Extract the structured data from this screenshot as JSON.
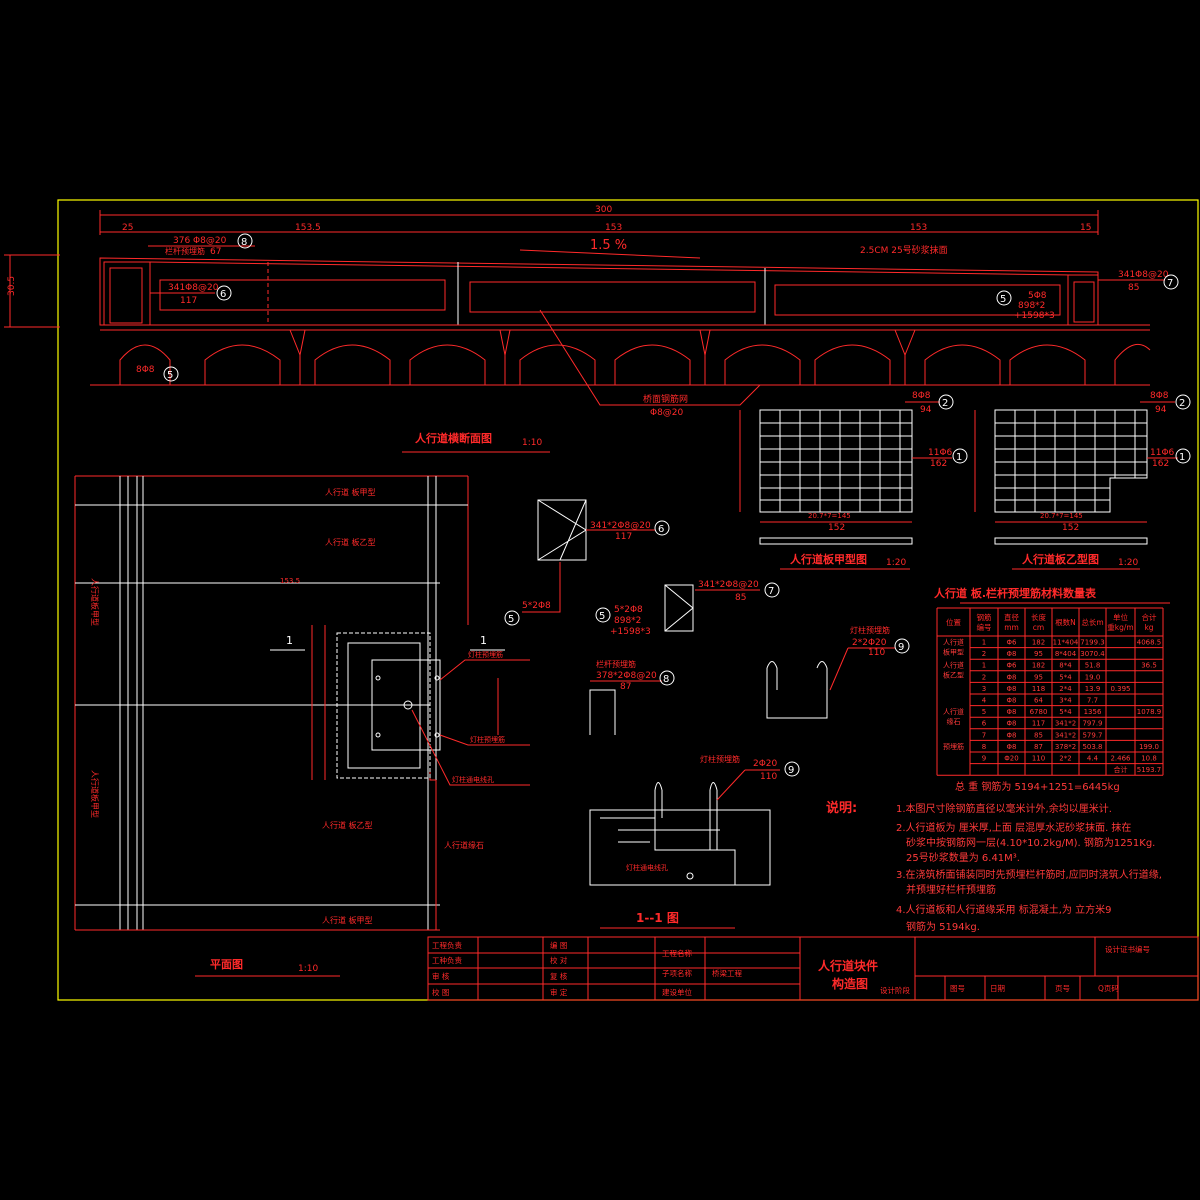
{
  "drawing": {
    "cross_section_title": "人行道横断面图",
    "cross_section_scale": "1:10",
    "plan_title": "平面图",
    "plan_scale": "1:10",
    "section_title": "1--1 图",
    "slab_a_title": "人行道板甲型图",
    "slab_a_scale": "1:20",
    "slab_b_title": "人行道板乙型图",
    "slab_b_scale": "1:20",
    "dimensions": {
      "total": "300",
      "left": "25",
      "mid1": "153.5",
      "mid2": "153",
      "mid3": "153",
      "right": "15",
      "height": "30.5",
      "slope": "1.5 %"
    },
    "callouts": {
      "c8_top": "376 Φ8@20",
      "c8_top_len": "67",
      "c6": "341Φ8@20",
      "c6_len": "117",
      "c5": "8Φ8",
      "c7": "341Φ8@20",
      "c7_len": "85",
      "c5_right_a": "5Φ8",
      "c5_right_b": "898*2",
      "c5_right_c": "+1598*3",
      "mortar": "2.5CM 25号砂浆抹面",
      "rail_rebar": "栏杆预埋筋",
      "drain_rebar": "桥面钢筋网",
      "drain_rebar_spec": "Φ8@20",
      "slab_a_top": "8Φ8",
      "slab_a_top_n": "94",
      "slab_a_side": "11Φ6",
      "slab_a_side_n": "162",
      "slab_b_top": "8Φ8",
      "slab_b_top_n": "94",
      "slab_b_side": "11Φ6",
      "slab_b_side_n": "162",
      "slab_bottom_dim": "152",
      "slab_bottom_dim2": "20.7*7=145",
      "d6": "341*2Φ8@20",
      "d6_len": "117",
      "d5": "5*2Φ8",
      "d7": "341*2Φ8@20",
      "d7_len": "85",
      "d7_sub_a": "5*2Φ8",
      "d7_sub_b": "898*2",
      "d7_sub_c": "+1598*3",
      "d8_label": "栏杆预埋筋",
      "d8": "378*2Φ8@20",
      "d8_len": "87",
      "d9_label": "灯柱预埋筋",
      "d9": "2*2Φ20",
      "d9_len": "110",
      "d9b": "2Φ20",
      "d9b_len": "110",
      "lamp_rebar": "灯柱预埋筋",
      "lamp_conduit": "灯柱通电线孔"
    },
    "plan_labels": {
      "slab_a_top": "人行道 板甲型",
      "slab_b_top": "人行道 板乙型",
      "slab_b_bottom": "人行道 板乙型",
      "slab_a_bottom": "人行道 板甲型",
      "side_a": "人行道板甲型",
      "side_b": "人行道板甲型",
      "cut": "1",
      "lamp_rebar": "灯柱预埋筋",
      "rail_rebar": "灯柱预埋筋",
      "conduit": "灯柱通电线孔",
      "curb": "人行道缘石",
      "dim_top": "153.5"
    }
  },
  "table": {
    "title": "人行道   板.栏杆预埋筋材料数量表",
    "headers": [
      "位置",
      "钢筋编号",
      "直径mm",
      "长度cm",
      "根数N",
      "总长m",
      "单位重kg/m",
      "合计kg"
    ],
    "rows": [
      [
        "人行道板甲型",
        "1",
        "Φ6",
        "182",
        "11*404",
        "7199.3",
        "",
        "4068.5"
      ],
      [
        "",
        "2",
        "Φ8",
        "95",
        "8*404",
        "3070.4",
        "",
        ""
      ],
      [
        "人行道板乙型",
        "1",
        "Φ6",
        "182",
        "8*4",
        "51.8",
        "",
        "36.5"
      ],
      [
        "",
        "2",
        "Φ8",
        "95",
        "5*4",
        "19.0",
        "",
        ""
      ],
      [
        "",
        "3",
        "Φ8",
        "118",
        "2*4",
        "13.9",
        "0.395",
        ""
      ],
      [
        "",
        "4",
        "Φ8",
        "64",
        "3*4",
        "7.7",
        "",
        ""
      ],
      [
        "人行道缘石",
        "5",
        "Φ8",
        "6780",
        "5*4",
        "1356",
        "",
        "1078.9"
      ],
      [
        "",
        "6",
        "Φ8",
        "117",
        "341*2",
        "797.9",
        "",
        ""
      ],
      [
        "",
        "7",
        "Φ8",
        "85",
        "341*2",
        "579.7",
        "",
        ""
      ],
      [
        "预埋筋",
        "8",
        "Φ8",
        "87",
        "378*2",
        "503.8",
        "",
        "199.0"
      ],
      [
        "",
        "9",
        "Φ20",
        "110",
        "2*2",
        "4.4",
        "2.466",
        "10.8"
      ],
      [
        "",
        "",
        "",
        "",
        "",
        "",
        "合计",
        "5193.7"
      ]
    ],
    "total_line": "总  重   钢筋为  5194+1251=6445kg"
  },
  "notes": {
    "heading": "说明:",
    "n1": "1.本图尺寸除钢筋直径以毫米计外,余均以厘米计.",
    "n2": "2.人行道板为  厘米厚,上面  层混厚水泥砂浆抹面.      抹在",
    "n2b": "砂浆中按钢筋网一层(4.10*10.2kg/M). 钢筋为1251Kg.",
    "n2c": "25号砂浆数量为 6.41M³.",
    "n3": "3.在浇筑桥面铺装同时先预埋栏杆筋时,应同时浇筑人行道缘,",
    "n3b": "并预埋好栏杆预埋筋",
    "n4": "4.人行道板和人行道缘采用  标混凝土,为  立方米9",
    "n4b": "钢筋为 5194kg."
  },
  "title_block": {
    "r1": [
      "工程负责",
      "",
      "编  图",
      "",
      "工程名称"
    ],
    "r2": [
      "工种负责",
      "",
      "校  对",
      "",
      ""
    ],
    "r3": [
      "审  核",
      "",
      "复  核",
      "",
      "子项名称"
    ],
    "r4": [
      "校  图",
      "",
      "审  定",
      "",
      "建设单位"
    ],
    "subproject": "桥梁工程",
    "drawing_name_1": "人行道块件",
    "drawing_name_2": "构造图",
    "stage": "设计阶段",
    "cert": "设计证书编号",
    "sheet_no": "图号",
    "date": "日期",
    "page": "页号",
    "pages": "Q页码"
  },
  "colors": {
    "line": "#ff2a2a",
    "frame": "#ffff00",
    "detail": "#ffffff"
  }
}
